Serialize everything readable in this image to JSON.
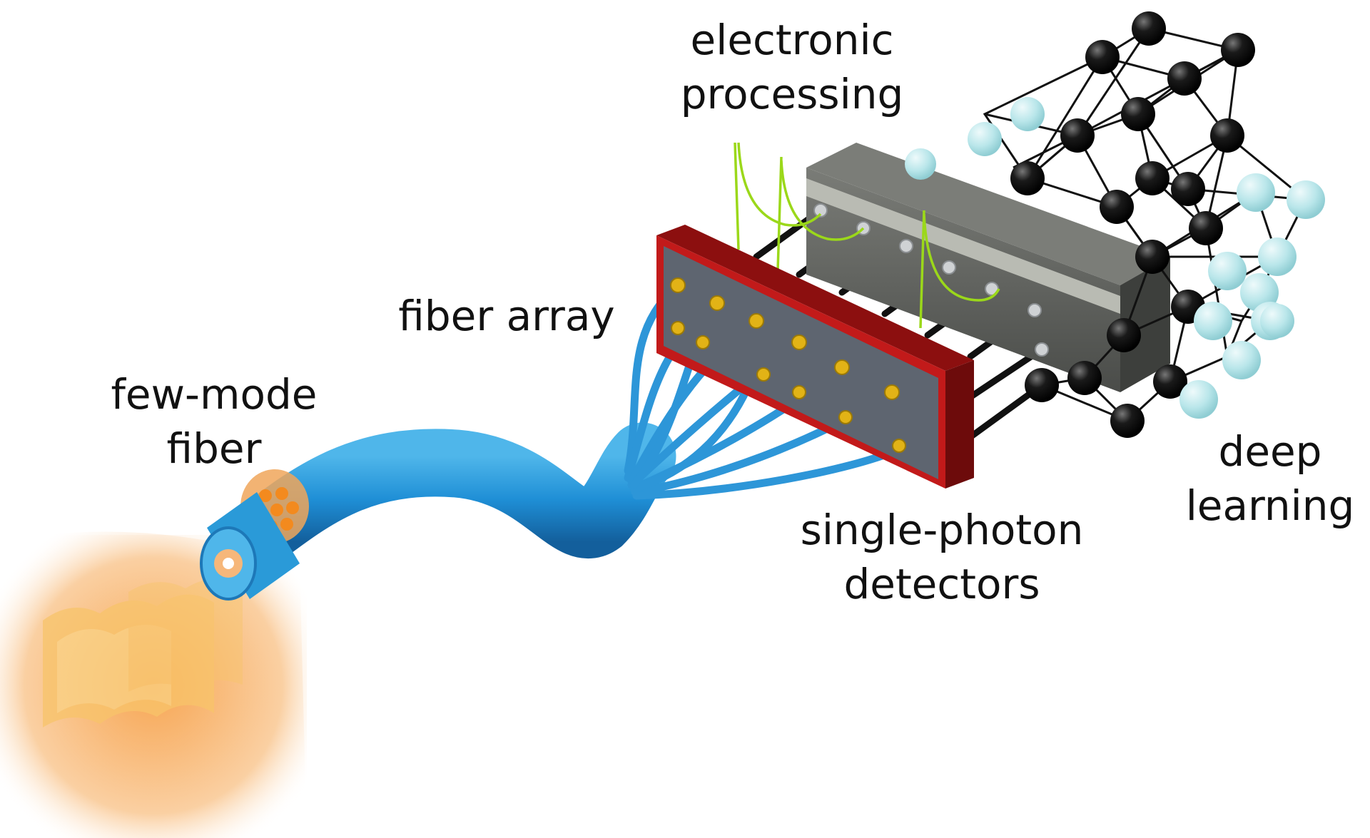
{
  "labels": {
    "electronic_processing": [
      "electronic",
      "processing"
    ],
    "fiber_array": [
      "fiber array"
    ],
    "few_mode_fiber": [
      "few-mode",
      "fiber"
    ],
    "single_photon_detectors": [
      "single-photon",
      "detectors"
    ],
    "deep_learning": [
      "deep",
      "learning"
    ]
  },
  "colors": {
    "fiber": "#1f8fd6",
    "fiber_light": "#4fb6ea",
    "glow": "#f7a14a",
    "mode_pattern": "#f8c46a",
    "detector_frame": "#c21a1a",
    "detector_plate": "#5e6570",
    "connector": "#e2b316",
    "electronics_box": "#5f615d",
    "electronics_stripe": "#b9bbb3",
    "signal": "#9bd81a",
    "hidden_neuron": "#111111",
    "io_neuron": "#b9e6ea"
  }
}
